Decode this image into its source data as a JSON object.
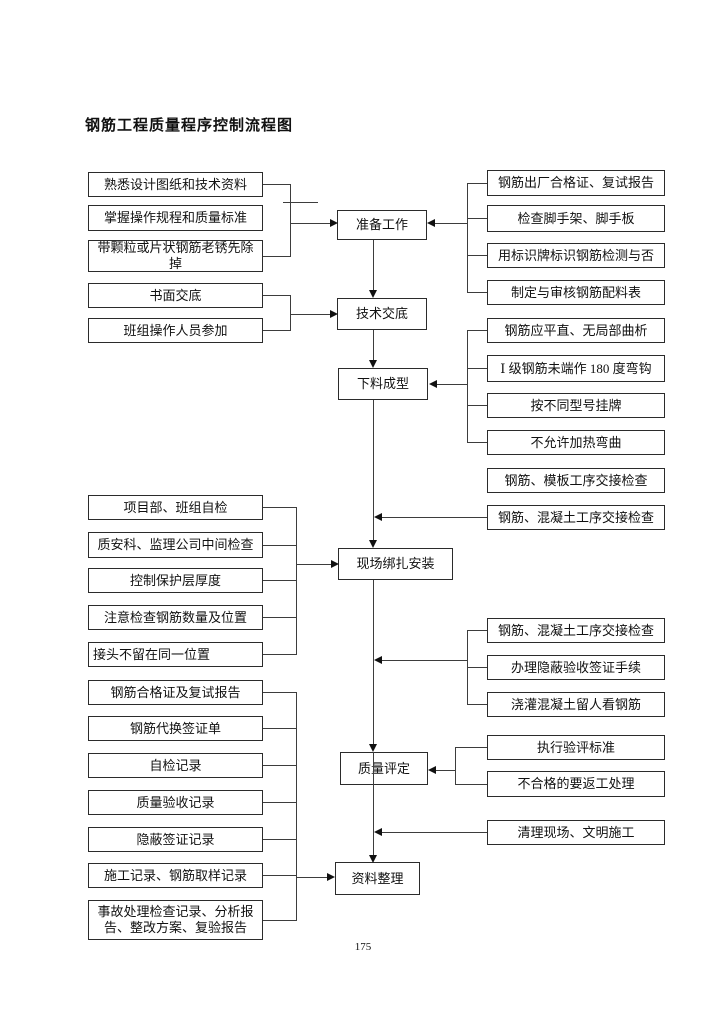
{
  "title": "钢筋工程质量程序控制流程图",
  "page_number": "175",
  "flow": {
    "prepare": "准备工作",
    "tech_disclosure": "技术交底",
    "cutting_forming": "下料成型",
    "site_install": "现场绑扎安装",
    "quality_eval": "质量评定",
    "data_sorting": "资料整理"
  },
  "left": {
    "prepare_inputs": [
      "熟悉设计图纸和技术资料",
      "掌握操作规程和质量标准",
      "带颗粒或片状钢筋老锈先除掉"
    ],
    "tech_inputs": [
      "书面交底",
      "班组操作人员参加"
    ],
    "install_inputs": [
      "项目部、班组自检",
      "质安科、监理公司中间检查",
      "控制保护层厚度",
      "注意检查钢筋数量及位置",
      "接头不留在同一位置"
    ],
    "archive_inputs": [
      "钢筋合格证及复试报告",
      "钢筋代换签证单",
      "自检记录",
      "质量验收记录",
      "隐蔽签证记录",
      "施工记录、钢筋取样记录",
      "事故处理检查记录、分析报告、整改方案、复验报告"
    ]
  },
  "right": {
    "prepare_inputs": [
      "钢筋出厂合格证、复试报告",
      "检查脚手架、脚手板",
      "用标识牌标识钢筋检测与否",
      "制定与审核钢筋配料表"
    ],
    "forming_inputs": [
      "钢筋应平直、无局部曲析",
      "Ⅰ 级钢筋未端作 180 度弯钩",
      "按不同型号挂牌",
      "不允许加热弯曲"
    ],
    "handover_checks": [
      "钢筋、模板工序交接检查",
      "钢筋、混凝土工序交接检查"
    ],
    "install_inputs": [
      "钢筋、混凝土工序交接检查",
      "办理隐蔽验收签证手续",
      "浇灌混凝土留人看钢筋"
    ],
    "quality_inputs": [
      "执行验评标准",
      "不合格的要返工处理"
    ],
    "cleanup": "清理现场、文明施工"
  }
}
